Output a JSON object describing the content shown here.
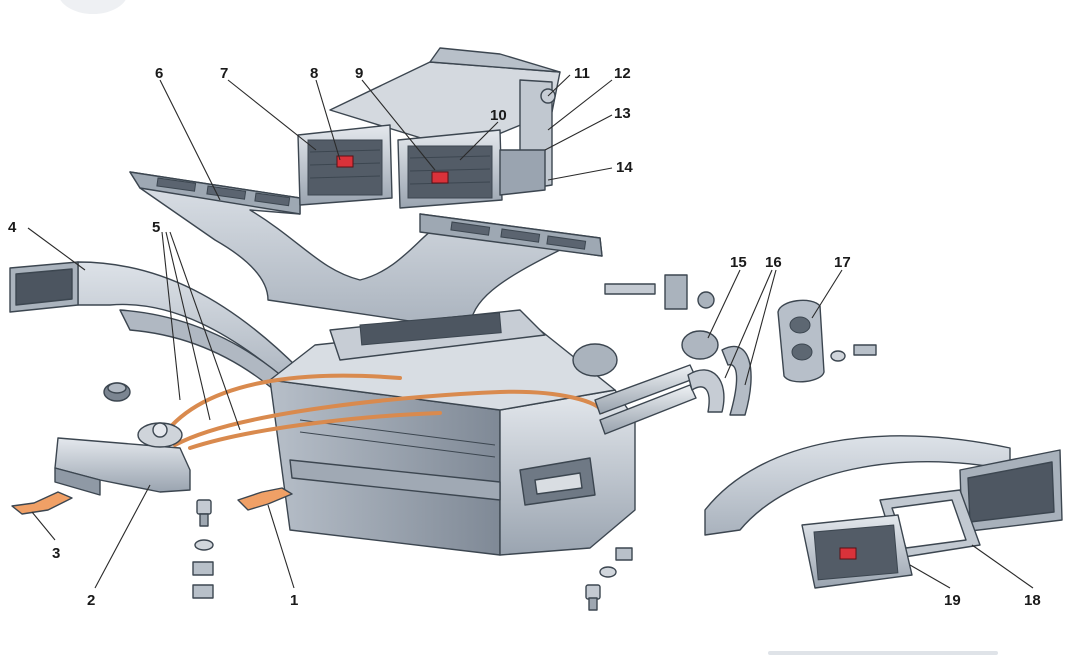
{
  "callouts": [
    {
      "id": "1",
      "text": "1"
    },
    {
      "id": "2",
      "text": "2"
    },
    {
      "id": "3",
      "text": "3"
    },
    {
      "id": "4",
      "text": "4"
    },
    {
      "id": "5",
      "text": "5"
    },
    {
      "id": "6",
      "text": "6"
    },
    {
      "id": "7",
      "text": "7"
    },
    {
      "id": "8",
      "text": "8"
    },
    {
      "id": "9",
      "text": "9"
    },
    {
      "id": "10",
      "text": "10"
    },
    {
      "id": "11",
      "text": "11"
    },
    {
      "id": "12",
      "text": "12"
    },
    {
      "id": "13",
      "text": "13"
    },
    {
      "id": "14",
      "text": "14"
    },
    {
      "id": "15",
      "text": "15"
    },
    {
      "id": "16",
      "text": "16"
    },
    {
      "id": "17",
      "text": "17"
    },
    {
      "id": "18",
      "text": "18"
    },
    {
      "id": "19",
      "text": "19"
    }
  ],
  "colors": {
    "housing": "#c8ced6",
    "housing_dark": "#8f99a5",
    "housing_light": "#e6e9ee",
    "cable": "#d98a4e",
    "clip": "#f0a066",
    "knob": "#d9323a",
    "outline": "#3c4650"
  }
}
